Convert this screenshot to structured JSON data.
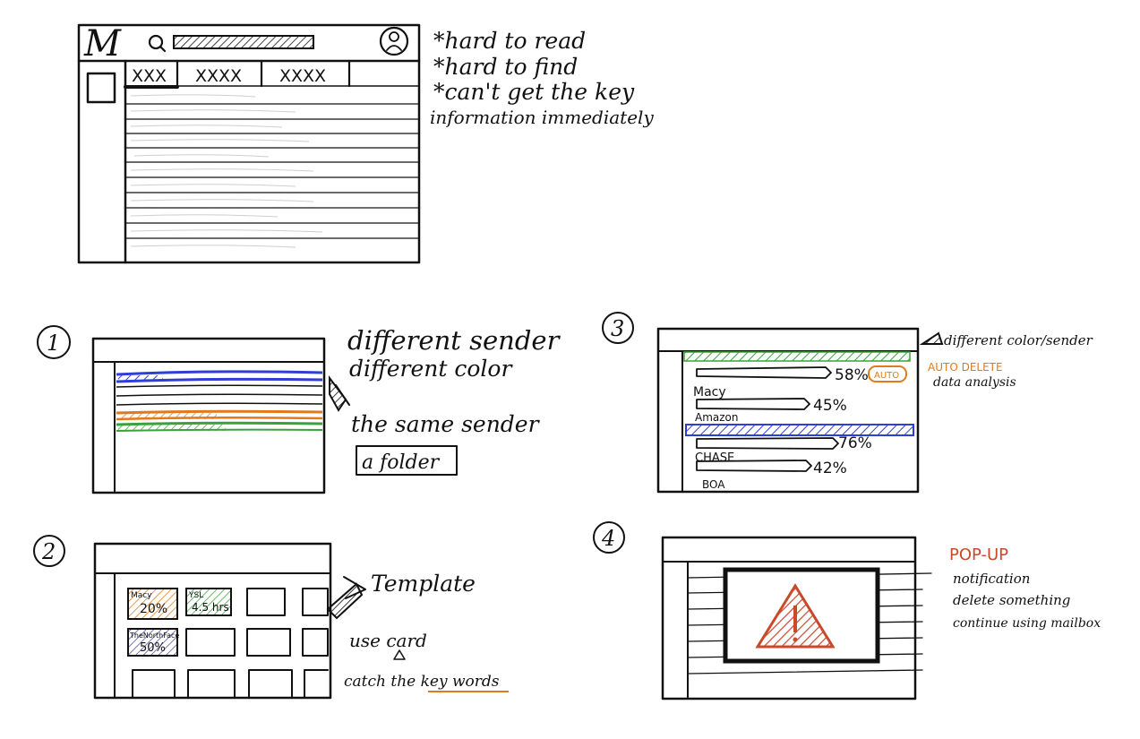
{
  "colors": {
    "ink": "#111111",
    "blue": "#2f3fd6",
    "orange": "#e07a1c",
    "green": "#3aa23a",
    "red": "#c8492b",
    "gray": "#cfcfcf"
  },
  "main_sketch": {
    "logo": "M",
    "search_icon": "search-icon",
    "avatar_icon": "avatar-icon",
    "tabs": [
      "XXX",
      "XXXX",
      "XXXX"
    ],
    "notes": [
      "*hard to read",
      "*hard to find",
      "*can't get the key",
      "information immediately"
    ]
  },
  "sketch1": {
    "number": "1",
    "notes": [
      "different sender",
      "different color",
      "the same sender"
    ],
    "folder_label": "a folder"
  },
  "sketch2": {
    "number": "2",
    "cards": [
      {
        "title": "Macy",
        "value": "20%"
      },
      {
        "title": "YSL",
        "value": "4.5 hrs"
      },
      {
        "title": "TheNorthFace",
        "value": "50%"
      }
    ],
    "notes": [
      "Template",
      "use card",
      "catch the key words"
    ]
  },
  "sketch3": {
    "number": "3",
    "rows": [
      {
        "value": "58%",
        "label": "Macy"
      },
      {
        "value": "45%",
        "label": "Amazon"
      },
      {
        "value": "76%",
        "label": "CHASE"
      },
      {
        "value": "42%",
        "label": "BOA"
      }
    ],
    "auto_badge": "AUTO",
    "notes": [
      "different color/sender",
      "AUTO DELETE",
      "data analysis"
    ]
  },
  "sketch4": {
    "number": "4",
    "notes": [
      "POP-UP",
      "notification",
      "delete something",
      "continue using mailbox"
    ]
  }
}
